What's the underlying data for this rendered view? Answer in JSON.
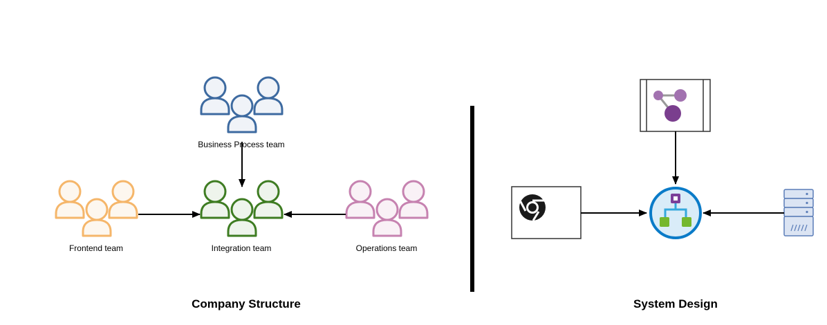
{
  "left_section": {
    "title": "Company Structure",
    "teams": {
      "business_process": {
        "label": "Business Process team",
        "color": "#3d6aa0",
        "fill": "#f0f3f8"
      },
      "frontend": {
        "label": "Frontend team",
        "color": "#f5b66a",
        "fill": "#fdf7ef"
      },
      "integration": {
        "label": "Integration team",
        "color": "#3e7c22",
        "fill": "#eef4ec"
      },
      "operations": {
        "label": "Operations team",
        "color": "#c682b0",
        "fill": "#f9f1f6"
      }
    }
  },
  "right_section": {
    "title": "System Design",
    "nodes": {
      "messaging": {
        "icon": "purple-nodes-icon",
        "color": "#8a4f9e"
      },
      "browser": {
        "icon": "chrome-icon"
      },
      "integration_service": {
        "icon": "logic-app-icon",
        "color": "#0a7bc8"
      },
      "server": {
        "icon": "server-rack-icon",
        "color": "#5b7db8"
      }
    }
  },
  "colors": {
    "arrow": "#000000",
    "divider": "#000000"
  }
}
